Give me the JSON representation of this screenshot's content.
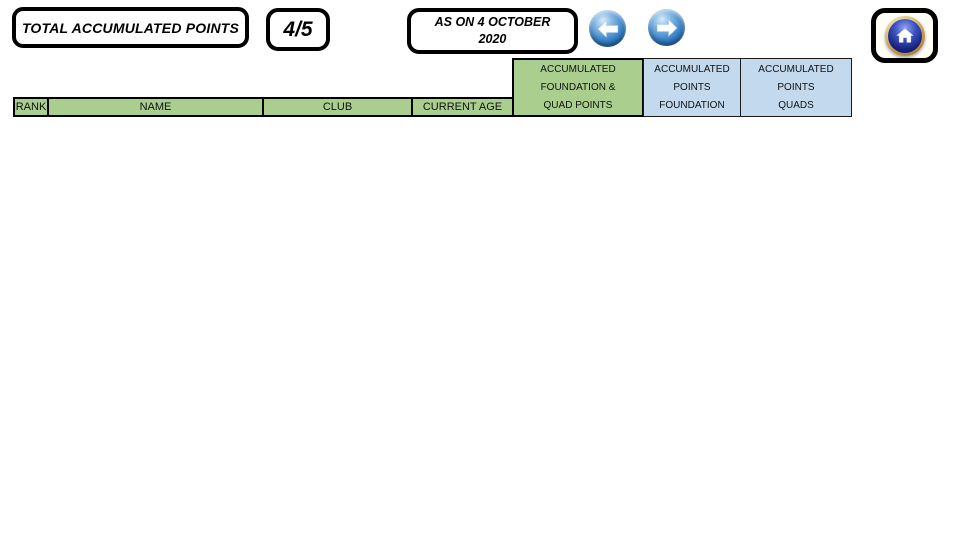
{
  "toolbar": {
    "title": "TOTAL ACCUMULATED POINTS",
    "page_indicator": "4/5",
    "as_on_date": "AS ON 4 OCTOBER\n2020"
  },
  "nav": {
    "prev_icon": "arrow-left-icon",
    "next_icon": "arrow-right-icon",
    "home_icon": "home-icon"
  },
  "table": {
    "headers": {
      "rank": "RANK",
      "name": "NAME",
      "club": "CLUB",
      "current_age": "CURRENT AGE",
      "acc_foundation_quad": "ACCUMULATED\nFOUNDATION &\nQUAD POINTS",
      "acc_points_foundation": "ACCUMULATED\nPOINTS\nFOUNDATION",
      "acc_points_quads": "ACCUMULATED\nPOINTS\nQUADS"
    },
    "rows": []
  },
  "colors": {
    "header_green": "#A9CE8E",
    "header_blue": "#C3D9ED",
    "nav_button_blue": "#2F7BC3",
    "home_ring_gold": "#C9A952",
    "home_center_blue": "#17227F",
    "border_black": "#000000"
  }
}
